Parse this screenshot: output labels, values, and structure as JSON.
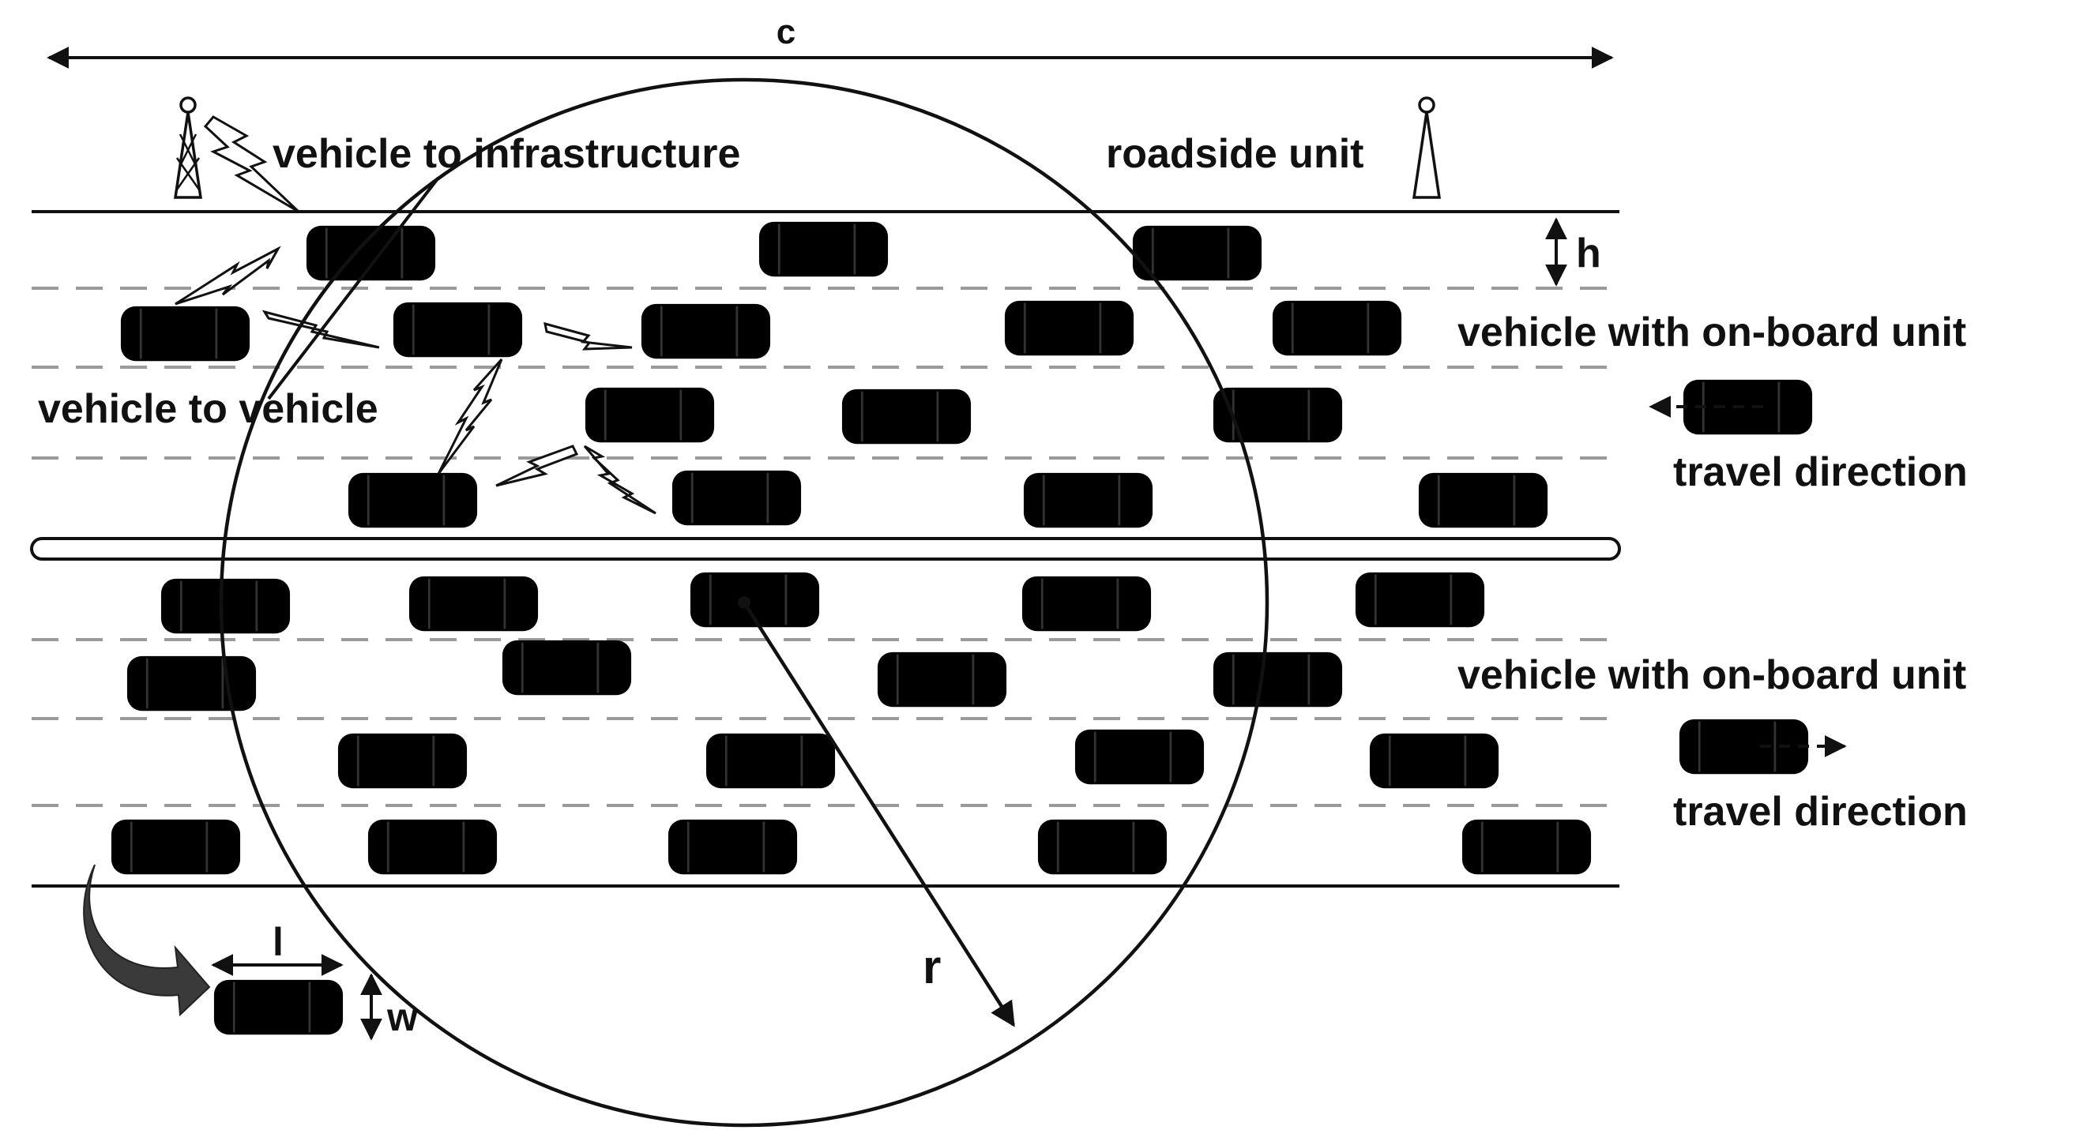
{
  "labels": {
    "width_c": "c",
    "v2i": "vehicle to infrastructure",
    "rsu": "roadside unit",
    "lane_h": "h",
    "obu_top": "vehicle with on-board unit",
    "v2v": "vehicle to vehicle",
    "travel_top": "travel direction",
    "obu_bottom": "vehicle with on-board unit",
    "travel_bottom": "travel direction",
    "car_l": "l",
    "radius_r": "r",
    "car_w": "w"
  },
  "colors": {
    "ink": "#111111",
    "lane_dash": "#9a9a9a",
    "onboard_unit_fill": "#bdbdbd",
    "plain_fill": "#ffffff"
  },
  "icons": {
    "antenna": "roadside-unit-tower-icon",
    "link": "lightning-bolt-icon",
    "curved_arrow": "curved-arrow-icon"
  }
}
